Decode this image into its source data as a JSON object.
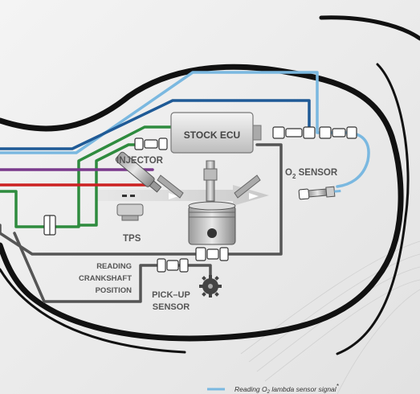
{
  "labels": {
    "ecu": "STOCK  ECU",
    "injector": "INJECTOR",
    "o2_prefix": "O",
    "o2_sub": "2",
    "o2_suffix": " SENSOR",
    "tps": "TPS",
    "reading_line1": "READING",
    "reading_line2": "CRANKSHAFT",
    "reading_line3": "POSITION",
    "pickup_line1": "PICK–UP",
    "pickup_line2": "SENSOR"
  },
  "legend": {
    "text_prefix": "Reading O",
    "text_sub": "2",
    "text_suffix": " lambda sensor signal",
    "asterisk": "*",
    "color": "#7ab8e0"
  },
  "wire_colors": {
    "light_blue": "#7ab8e0",
    "dark_blue": "#1f5a96",
    "green": "#2e8b3e",
    "purple": "#7a3a8c",
    "red": "#cc2222",
    "gray": "#555555",
    "outline": "#111111"
  },
  "icons": [
    "connector-icon",
    "piston-icon",
    "injector-icon",
    "tps-icon",
    "o2-sensor-icon",
    "pickup-gear-icon"
  ]
}
